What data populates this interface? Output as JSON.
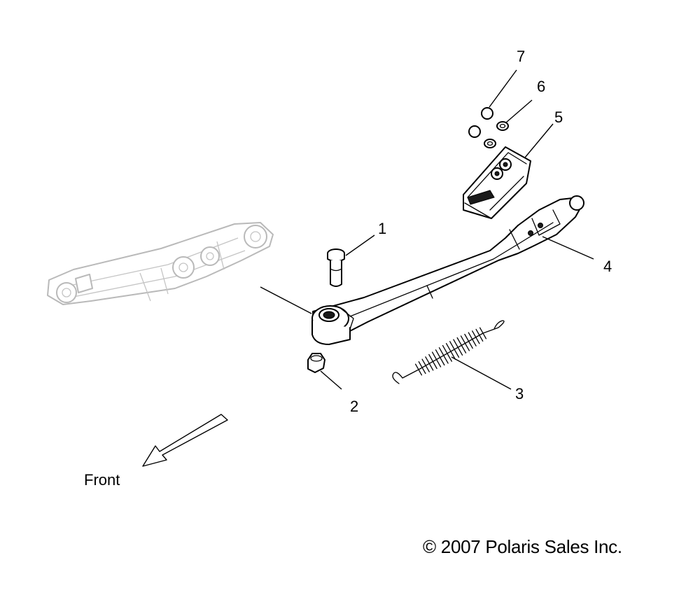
{
  "callouts": [
    {
      "id": "1",
      "text": "1"
    },
    {
      "id": "2",
      "text": "2"
    },
    {
      "id": "3",
      "text": "3"
    },
    {
      "id": "4",
      "text": "4"
    },
    {
      "id": "5",
      "text": "5"
    },
    {
      "id": "6",
      "text": "6"
    },
    {
      "id": "7",
      "text": "7"
    }
  ],
  "front_label": "Front",
  "copyright": "© 2007 Polaris Sales Inc."
}
